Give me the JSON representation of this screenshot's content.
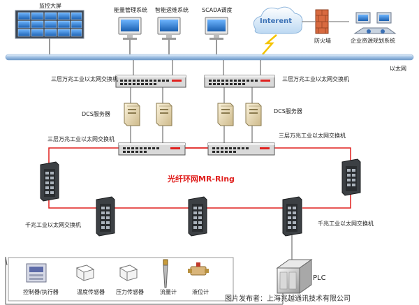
{
  "top": {
    "video_wall_label": "监控大屏",
    "energy_label": "能量管理系统",
    "ops_label": "智能运维系统",
    "scada_label": "SCADA调度",
    "cloud_label": "Interent",
    "firewall_label": "防火墙",
    "erp_label": "企业资源规划系统"
  },
  "network": {
    "ethernet_label": "以太网",
    "core_switch_left_label": "三层万兆工业以太网交换机",
    "core_switch_right_label": "三层万兆工业以太网交换机",
    "dcs_left_label": "DCS服务器",
    "dcs_right_label": "DCS服务器",
    "ring_switch_left_label": "三层万兆工业以太网交换机",
    "ring_switch_right_label": "三层万兆工业以太网交换机",
    "ring_label": "光纤环网MR-Ring",
    "gig_left_label": "千兆工业以太网交换机",
    "gig_right_label": "千兆工业以太网交换机"
  },
  "field": {
    "controller_label": "控制器/执行器",
    "temp_label": "温度传感器",
    "pressure_label": "压力传感器",
    "flow_label": "流量计",
    "level_label": "液位计",
    "plc_label": "PLC"
  },
  "footer": {
    "credit": "图片发布者：上海兆越通讯技术有限公司"
  },
  "colors": {
    "ring": "#e0201e",
    "bus": "#a9c7e6",
    "wire": "#555555",
    "ring_text": "#e0201e"
  }
}
